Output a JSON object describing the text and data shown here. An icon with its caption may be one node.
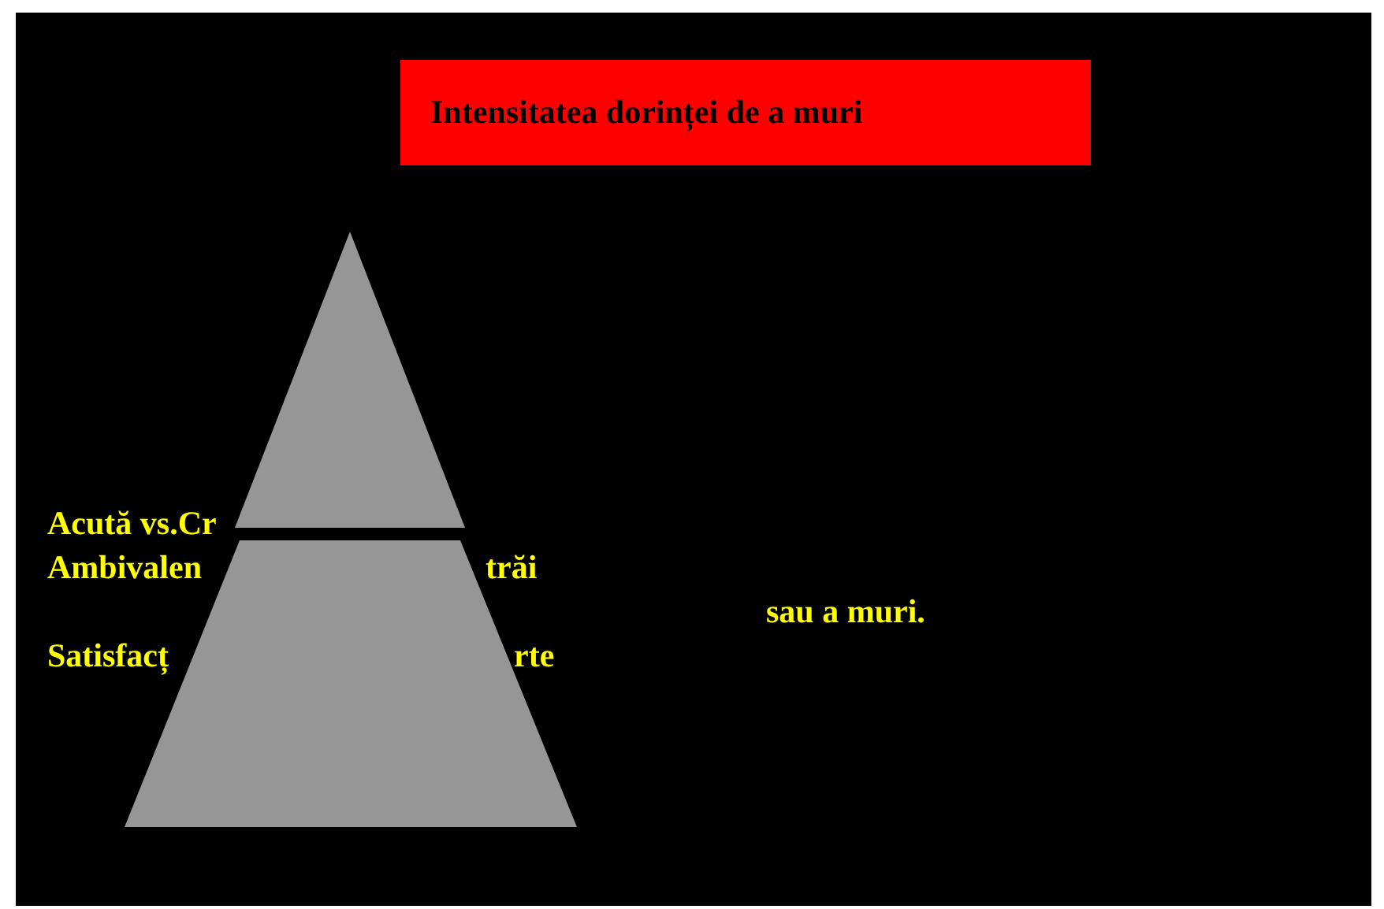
{
  "diagram": {
    "title": "Intensitatea dorinței de a muri",
    "labels": [
      "Acută vs.Cr",
      "Ambivalen",
      "trăi",
      "sau a muri.",
      "Satisfacț",
      "rte"
    ]
  }
}
